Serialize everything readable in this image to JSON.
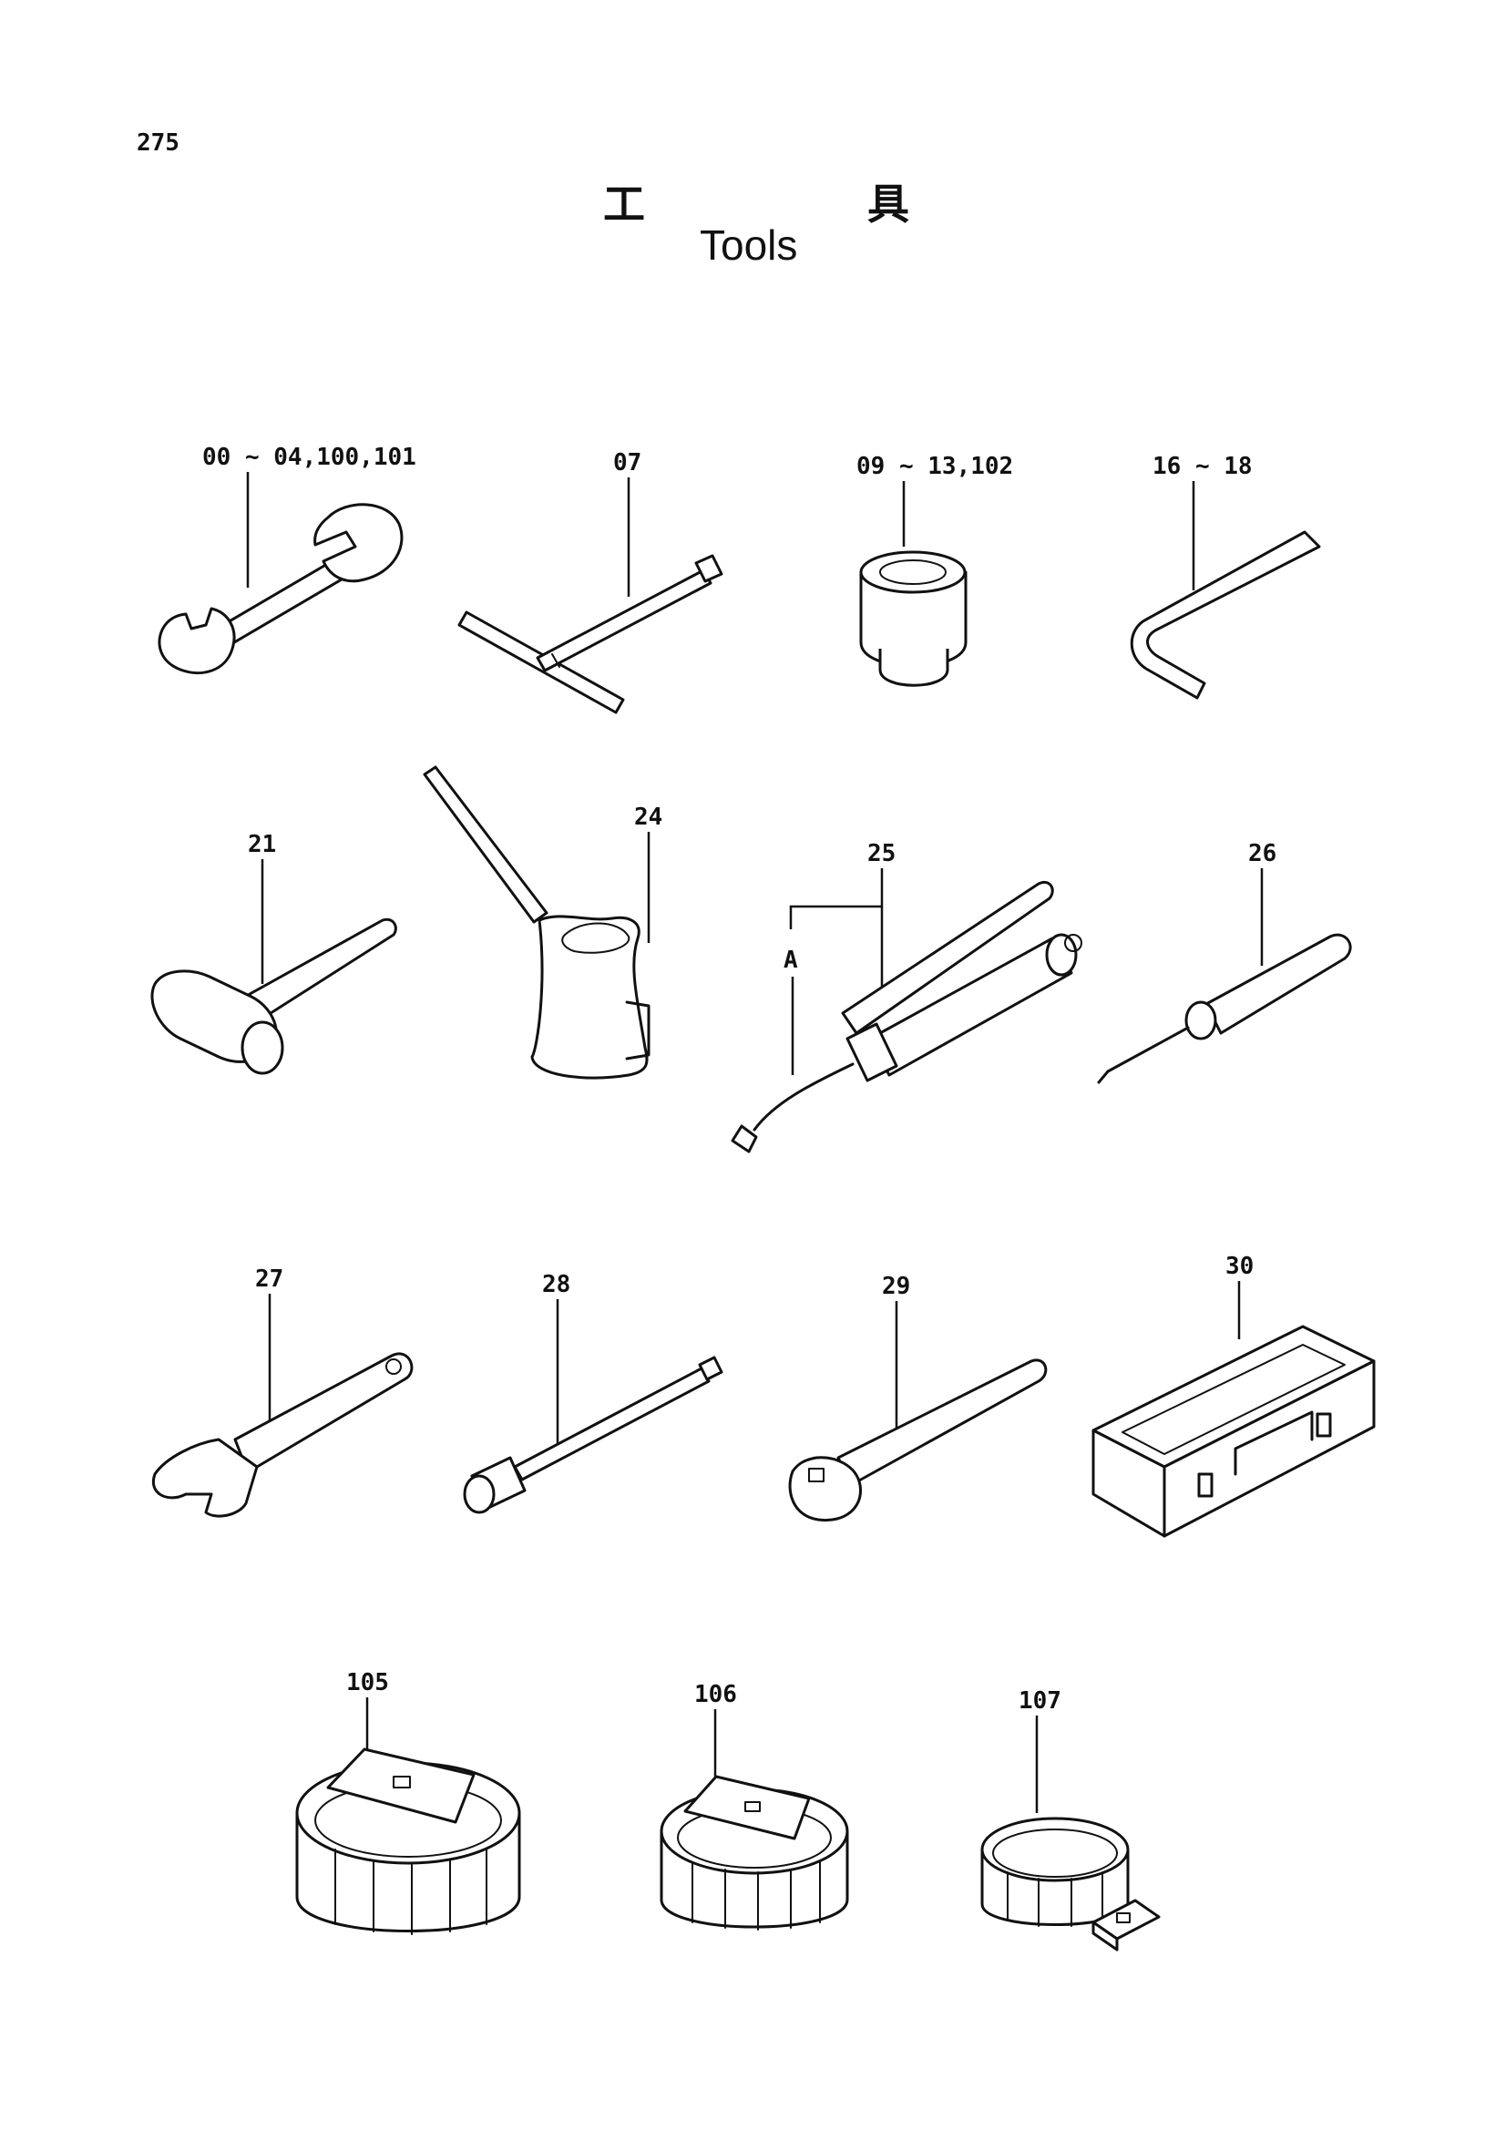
{
  "page": {
    "number": "275"
  },
  "title": {
    "japanese_1": "工",
    "japanese_2": "具",
    "english": "Tools"
  },
  "callouts": {
    "wrench": "00 ~ 04,100,101",
    "t_handle": "07",
    "socket": "09 ~ 13,102",
    "hex_key": "16 ~ 18",
    "hammer": "21",
    "oil_can": "24",
    "grease_gun": "25",
    "grease_gun_nozzle": "A",
    "screwdriver": "26",
    "adjustable_wrench": "27",
    "extension_bar": "28",
    "ratchet_handle": "29",
    "tool_box": "30",
    "filter_wrench_large": "105",
    "filter_wrench_medium": "106",
    "filter_wrench_small": "107"
  }
}
